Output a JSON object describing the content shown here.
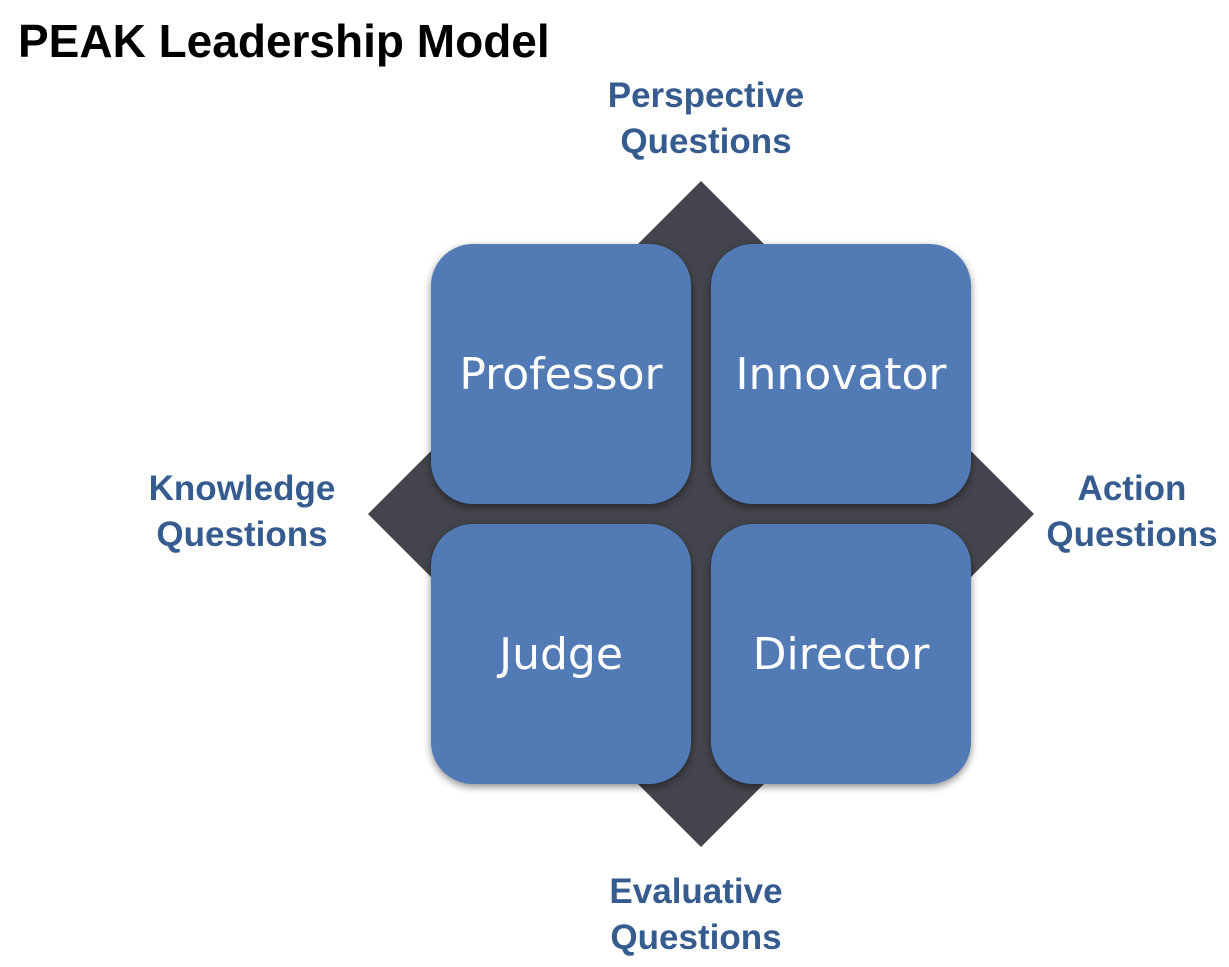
{
  "title": "PEAK Leadership Model",
  "colors": {
    "tile_fill": "#527ab5",
    "tile_text": "#ffffff",
    "diamond_fill": "#44444c",
    "label_text": "#355b8f",
    "title_text": "#000000"
  },
  "axis_labels": {
    "top": {
      "line1": "Perspective",
      "line2": "Questions"
    },
    "bottom": {
      "line1": "Evaluative",
      "line2": "Questions"
    },
    "left": {
      "line1": "Knowledge",
      "line2": "Questions"
    },
    "right": {
      "line1": "Action",
      "line2": "Questions"
    }
  },
  "quadrants": {
    "top_left": "Professor",
    "top_right": "Innovator",
    "bottom_left": "Judge",
    "bottom_right": "Director"
  }
}
